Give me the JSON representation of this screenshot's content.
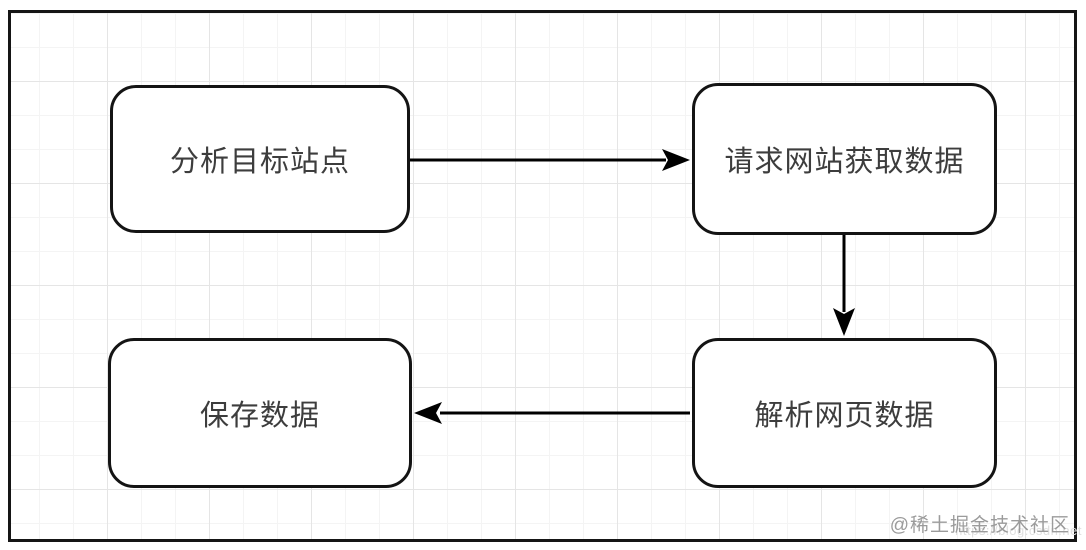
{
  "diagram": {
    "nodes": [
      {
        "id": "analyze-target-site",
        "label": "分析目标站点"
      },
      {
        "id": "request-website-fetch-data",
        "label": "请求网站获取数据"
      },
      {
        "id": "parse-webpage-data",
        "label": "解析网页数据"
      },
      {
        "id": "save-data",
        "label": "保存数据"
      }
    ],
    "edges": [
      {
        "from": "analyze-target-site",
        "to": "request-website-fetch-data",
        "direction": "right"
      },
      {
        "from": "request-website-fetch-data",
        "to": "parse-webpage-data",
        "direction": "down"
      },
      {
        "from": "parse-webpage-data",
        "to": "save-data",
        "direction": "left"
      }
    ]
  },
  "watermark": {
    "label": "@稀土掘金技术社区",
    "url_text": "https://blog.csdn.net"
  },
  "colors": {
    "node_border": "#141414",
    "node_fill": "#ffffff",
    "arrow": "#000000",
    "frame_border": "#151515",
    "grid_major": "#e5e5e5",
    "grid_minor": "#f4f4f4",
    "watermark_gray": "#9b9b9b",
    "watermark_faint": "#e0e0e0"
  }
}
